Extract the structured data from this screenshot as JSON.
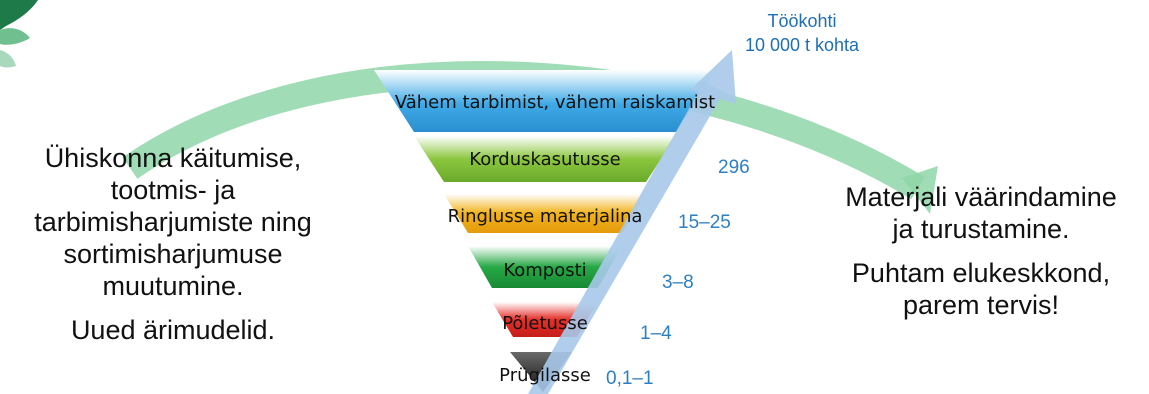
{
  "left_text": {
    "line1": "Ühiskonna käitumise,",
    "line2": "tootmis- ja",
    "line3": "tarbimisharjumiste ning",
    "line4": "sortimisharjumuse",
    "line5": "muutumine.",
    "line6": "Uued ärimudelid."
  },
  "right_text": {
    "line1": "Materjali väärindamine",
    "line2": "ja turustamine.",
    "line3": "Puhtam elukeskkond,",
    "line4": "parem tervis!"
  },
  "jobs_axis": {
    "title_line1": "Töökohti",
    "title_line2": "10 000 t kohta"
  },
  "pyramid_levels": [
    {
      "label": "Vähem tarbimist, vähem raiskamist",
      "color": "#3fa9e6",
      "jobs": ""
    },
    {
      "label": "Korduskasutusse",
      "color": "#8cc63f",
      "jobs": "296"
    },
    {
      "label": "Ringlusse materjalina",
      "color": "#f2b31a",
      "jobs": "15–25"
    },
    {
      "label": "Komposti",
      "color": "#27a846",
      "jobs": "3–8"
    },
    {
      "label": "Põletusse",
      "color": "#e5302a",
      "jobs": "1–4"
    },
    {
      "label": "Prügilasse",
      "color": "#1c1c1c",
      "jobs": "0,1–1"
    }
  ],
  "colors": {
    "curved_arrow": "#8fd6a8",
    "jobs_arrow": "#a7c9ea",
    "jobs_text": "#2e7fc2",
    "logo": "#1f7a4a"
  },
  "icons": {
    "logo": "leaf-logo-icon"
  }
}
